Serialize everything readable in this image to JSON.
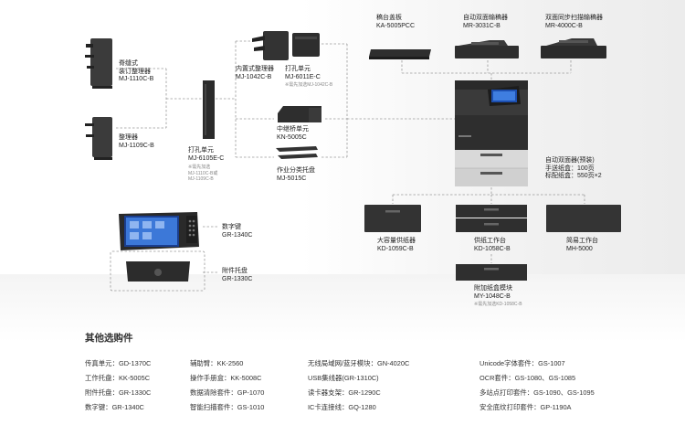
{
  "components": {
    "saddle_finisher": {
      "lines": [
        "脊缝式",
        "装订整理器",
        "MJ-1110C-B"
      ]
    },
    "finisher": {
      "lines": [
        "整理器",
        "MJ-1109C-B"
      ]
    },
    "hole_punch_ext": {
      "lines": [
        "打孔单元",
        "MJ-6105E-C"
      ],
      "note": [
        "※需先加选",
        "MJ-1110C-B或",
        "MJ-1109C-B"
      ]
    },
    "inner_finisher": {
      "lines": [
        "内置式整理器",
        "MJ-1042C-B"
      ]
    },
    "hole_punch_inner": {
      "lines": [
        "打孔单元",
        "MJ-6011E-C"
      ],
      "note": [
        "※需先加选MJ-1042C-B"
      ]
    },
    "bridge_unit": {
      "lines": [
        "中继桥单元",
        "KN-5005C"
      ]
    },
    "job_separator": {
      "lines": [
        "作业分类托盘",
        "MJ-5015C"
      ]
    },
    "platen_cover": {
      "lines": [
        "稿台盖板",
        "KA-5005PCC"
      ]
    },
    "radf": {
      "lines": [
        "自动双面输稿器",
        "MR-3031C-B"
      ]
    },
    "dsdf": {
      "lines": [
        "双面同步扫描输稿器",
        "MR-4000C-B"
      ]
    },
    "duplexer": {
      "lines": [
        "自动双面器(预装)",
        "手送纸盒：100页",
        "标配纸盒：550页×2"
      ]
    },
    "lcf": {
      "lines": [
        "大容量供纸器",
        "KD-1059C-B"
      ]
    },
    "paper_feed_pedestal": {
      "lines": [
        "供纸工作台",
        "KD-1058C-B"
      ]
    },
    "simple_stand": {
      "lines": [
        "简易工作台",
        "MH-5000"
      ]
    },
    "additional_drawer": {
      "lines": [
        "附加纸盒模块",
        "MY-1048C-B"
      ],
      "note": [
        "※需先加选KD-1058C-B"
      ]
    },
    "keypad": {
      "lines": [
        "数字键",
        "GR-1340C"
      ]
    },
    "accessory_tray": {
      "lines": [
        "附件托盘",
        "GR-1330C"
      ]
    }
  },
  "options_title": "其他选购件",
  "options": [
    [
      "传真单元：GD-1370C",
      "工作托盘：KK-5005C",
      "附件托盘：GR-1330C",
      "数字键：GR-1340C"
    ],
    [
      "辅助臂：KK-2560",
      "操作手册盒：KK-5008C",
      "数据清除套件：GP-1070",
      "智能扫描套件：GS-1010"
    ],
    [
      "无线局域网/蓝牙模块：GN-4020C",
      "USB集线器(GR-1310C)",
      "读卡器支架：GR-1290C",
      "IC卡连接线：GQ-1280"
    ],
    [
      "Unicode字体套件：GS-1007",
      "OCR套件：GS-1080、GS-1085",
      "多站点打印套件：GS-1090、GS-1095",
      "安全底纹打印套件：GP-1190A"
    ]
  ]
}
